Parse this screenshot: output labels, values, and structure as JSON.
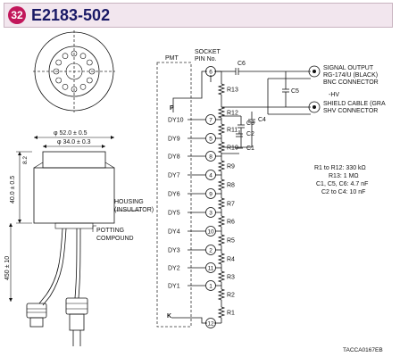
{
  "header": {
    "badge": "32",
    "title": "E2183-502"
  },
  "socket": {
    "dia_outer": "φ 52.0 ± 0.5",
    "dia_inner": "φ 34.0 ± 0.3",
    "dim_top": "8.2",
    "dim_height": "40.0 ± 0.5",
    "dim_cable": "450 ± 10"
  },
  "labels": {
    "housing_1": "HOUSING",
    "housing_2": "(INSULATOR)",
    "potting_1": "POTTING",
    "potting_2": "COMPOUND",
    "pmt": "PMT",
    "socket_1": "SOCKET",
    "socket_2": "PIN No.",
    "p": "P",
    "k": "K"
  },
  "dynodes": [
    "DY10",
    "DY9",
    "DY8",
    "DY7",
    "DY6",
    "DY5",
    "DY4",
    "DY3",
    "DY2",
    "DY1"
  ],
  "pins": [
    "6",
    "7",
    "5",
    "8",
    "4",
    "9",
    "3",
    "10",
    "2",
    "11",
    "1",
    "12"
  ],
  "resistors": [
    "R13",
    "R12",
    "R11",
    "R10",
    "R9",
    "R8",
    "R7",
    "R6",
    "R5",
    "R4",
    "R3",
    "R2",
    "R1"
  ],
  "capacitors": {
    "c1": "C1",
    "c2": "C2",
    "c3": "C3",
    "c4": "C4",
    "c5": "C5",
    "c6": "C6"
  },
  "outputs": {
    "sig_1": "SIGNAL OUTPUT",
    "sig_2": "RG-174/U (BLACK)",
    "sig_3": "BNC CONNECTOR",
    "hv_0": "-HV",
    "hv_1": "SHIELD CABLE (GRA",
    "hv_2": "SHV CONNECTOR"
  },
  "specs": [
    "R1 to R12: 330 kΩ",
    "R13: 1 MΩ",
    "C1, C5, C6: 4.7 nF",
    "C2 to C4: 10 nF"
  ],
  "code": "TACCA0167EB",
  "colors": {
    "header_bg": "#f2e6ee",
    "badge": "#c2175b",
    "title": "#1a1a66"
  }
}
